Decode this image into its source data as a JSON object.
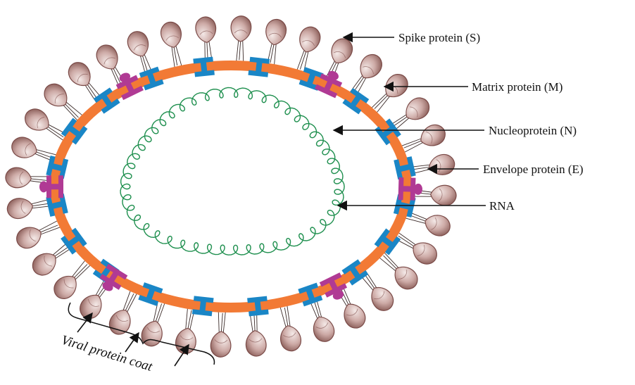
{
  "labels": {
    "spike": "Spike protein (S)",
    "matrix": "Matrix protein (M)",
    "nucleo": "Nucleoprotein (N)",
    "envelope": "Envelope protein (E)",
    "rna": "RNA",
    "coat": "Viral protein coat"
  },
  "colors": {
    "membrane": "#f27a35",
    "matrix": "#1a86c6",
    "envelope": "#b03a94",
    "spike_fill": "#cdaaa6",
    "spike_dark": "#7a4a47",
    "rna": "#1e8f4e"
  },
  "counts": {
    "spikes": 36,
    "matrix_proteins": 20,
    "envelope_proteins": 6
  }
}
